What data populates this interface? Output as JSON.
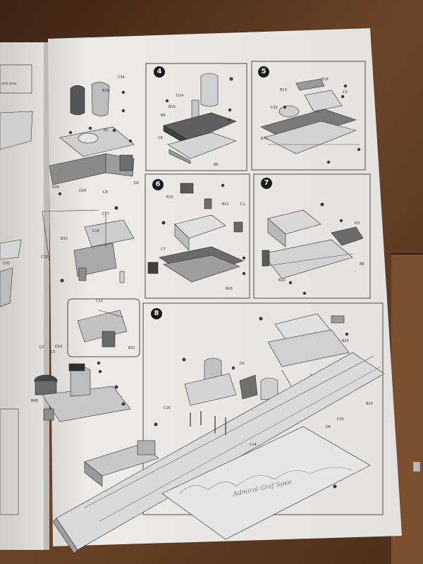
{
  "photo": {
    "subject": "model kit instruction sheet on cardboard box",
    "colors": {
      "cardboard": "#6b4428",
      "cardboard_dark": "#3a2413",
      "paper": "#e9e7e4",
      "paper_shadow": "#c9c7c4",
      "ink": "#2a2a2a",
      "part_gray": "#9a9a9a"
    }
  },
  "sheet": {
    "steps": [
      {
        "number": "4"
      },
      {
        "number": "5"
      },
      {
        "number": "6"
      },
      {
        "number": "7"
      },
      {
        "number": "8"
      }
    ],
    "part_labels": {
      "left_col": [
        "B39",
        "C34",
        "B1",
        "D2",
        "D26",
        "D24",
        "C8",
        "C17",
        "C19",
        "B33",
        "C18",
        "C12",
        "B31",
        "D7",
        "D14",
        "C5",
        "B48"
      ],
      "panel4": [
        "D14",
        "B19",
        "B4",
        "C8",
        "B6"
      ],
      "panel5": [
        "B16",
        "B13",
        "C3",
        "C32",
        "B71"
      ],
      "panel6": [
        "B15",
        "B21",
        "C1",
        "C7",
        "B43"
      ],
      "panel7": [
        "D3",
        "B10",
        "B8"
      ],
      "panel8": [
        "C16",
        "D1",
        "C14",
        "C20",
        "B29",
        "B20",
        "D6"
      ]
    },
    "left_page_edge_text": "oral plus",
    "edge_letters": [
      "D35"
    ],
    "hull_stamp": "Admiral Graf Spee"
  }
}
